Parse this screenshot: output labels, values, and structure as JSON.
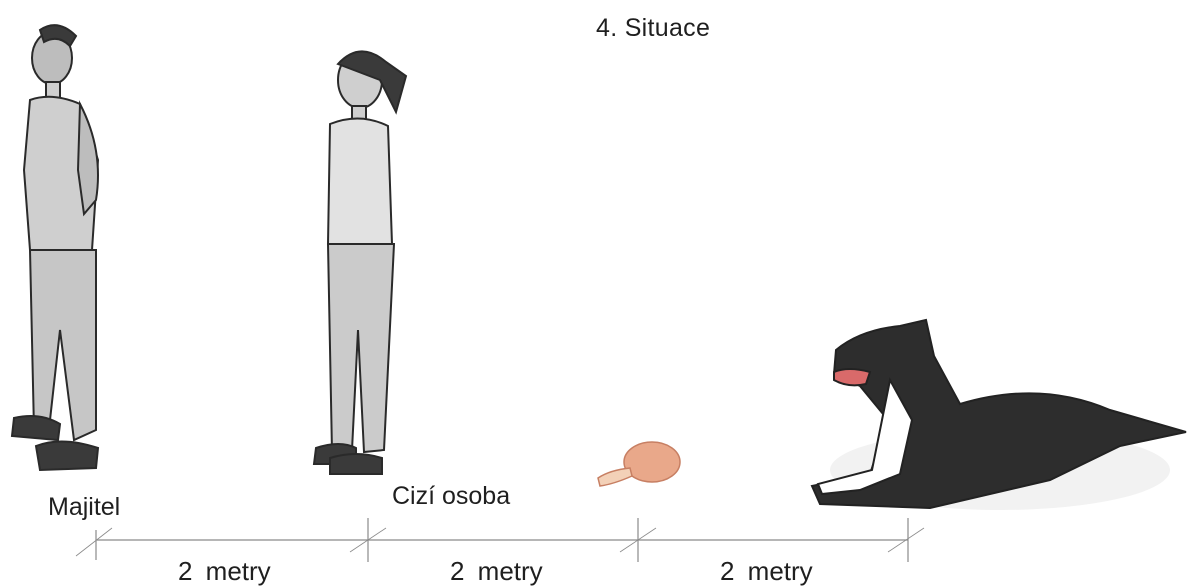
{
  "title": "4. Situace",
  "labels": {
    "owner": "Majitel",
    "stranger": "Cizí osoba"
  },
  "distances": [
    "2  metry",
    "2  metry",
    "2  metry"
  ],
  "colors": {
    "ink": "#2a2a2a",
    "line": "#8a8a8a",
    "meat": "#e9a88a"
  }
}
